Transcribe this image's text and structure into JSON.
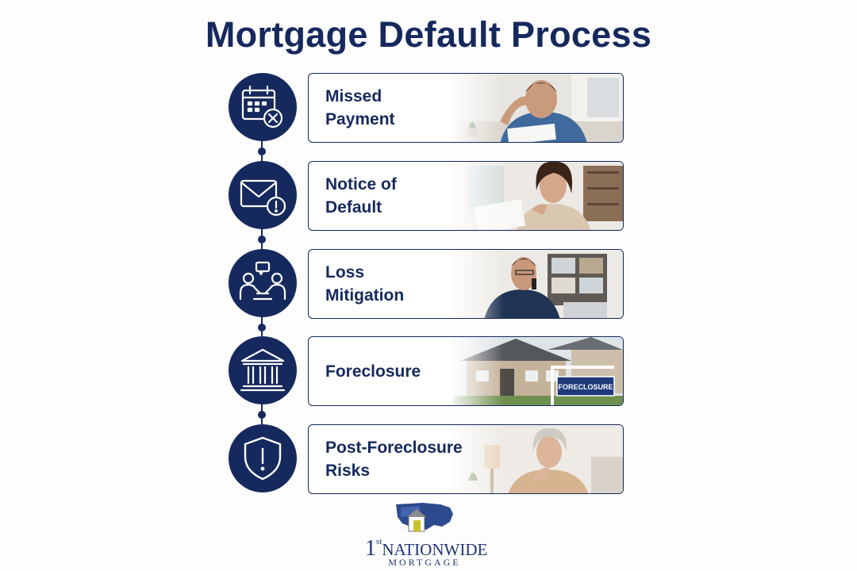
{
  "title": "Mortgage Default Process",
  "steps": [
    {
      "label_line1": "Missed",
      "label_line2": "Payment",
      "icon": "calendar-x-icon",
      "photo": "stressed-man-photo"
    },
    {
      "label_line1": "Notice of",
      "label_line2": "Default",
      "icon": "envelope-alert-icon",
      "photo": "worried-woman-reading-photo"
    },
    {
      "label_line1": "Loss",
      "label_line2": "Mitigation",
      "icon": "discussion-people-icon",
      "photo": "man-on-phone-photo"
    },
    {
      "label_line1": "Foreclosure",
      "label_line2": "",
      "icon": "bank-building-icon",
      "photo": "house-foreclosure-sign-photo",
      "sign_text": "FORECLOSURE"
    },
    {
      "label_line1": "Post-Foreclosure",
      "label_line2": "Risks",
      "icon": "shield-alert-icon",
      "photo": "thoughtful-older-woman-photo"
    }
  ],
  "logo": {
    "number": "1",
    "superscript": "st",
    "name": "NATIONWIDE",
    "subtitle": "MORTGAGE"
  },
  "colors": {
    "navy": "#16295e",
    "accent_yellow": "#c9c22f"
  }
}
